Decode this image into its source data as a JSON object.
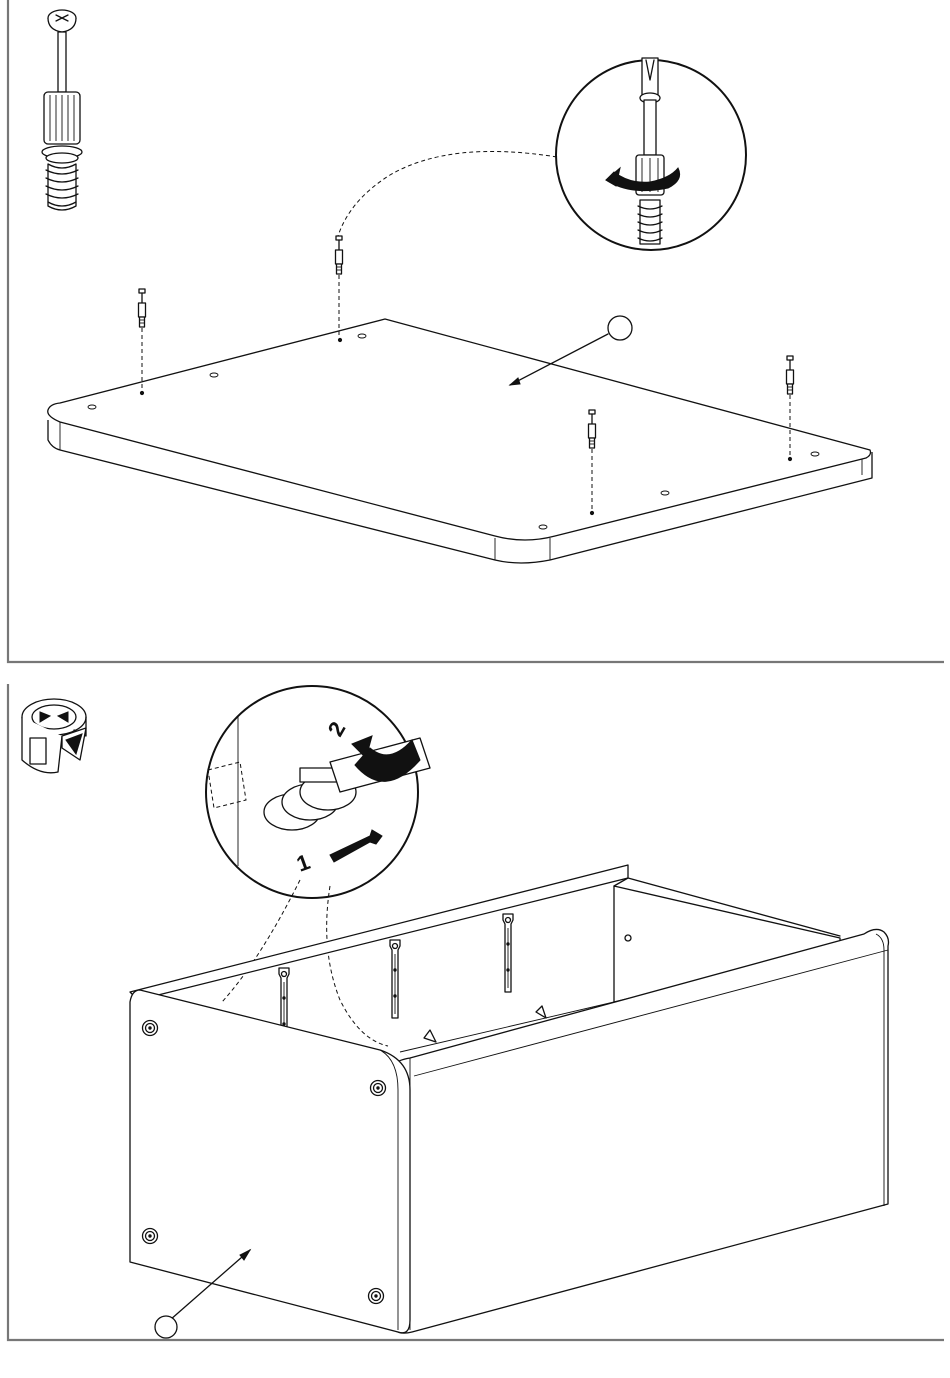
{
  "panels": [
    {
      "id": "step-a",
      "fitting": "cam-bolt-icon",
      "detail": "screwdriver-inserting-cam-bolt",
      "part_marker": ""
    },
    {
      "id": "step-b",
      "fitting": "cam-lock-icon",
      "detail": "cam-lock-turning-detail",
      "detail_steps": [
        "1",
        "2"
      ],
      "part_marker": ""
    }
  ],
  "colors": {
    "line": "#111111",
    "frame": "#777777",
    "background": "#ffffff"
  }
}
